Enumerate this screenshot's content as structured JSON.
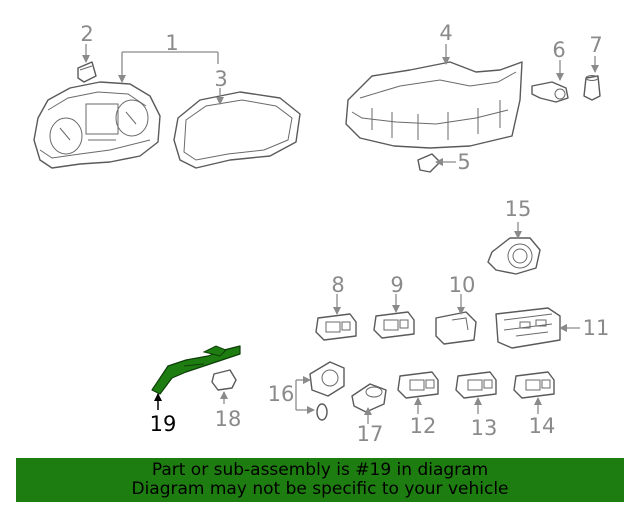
{
  "callouts": {
    "c1": "1",
    "c2": "2",
    "c3": "3",
    "c4": "4",
    "c5": "5",
    "c6": "6",
    "c7": "7",
    "c8": "8",
    "c9": "9",
    "c10": "10",
    "c11": "11",
    "c12": "12",
    "c13": "13",
    "c14": "14",
    "c15": "15",
    "c16": "16",
    "c17": "17",
    "c18": "18",
    "c19": "19"
  },
  "highlight": {
    "part": "19",
    "color": "#1e7d10"
  },
  "banner": {
    "line1": "Part or sub-assembly is #19 in diagram",
    "line2": "Diagram may not be specific to your vehicle",
    "background": "#1e7d10"
  }
}
